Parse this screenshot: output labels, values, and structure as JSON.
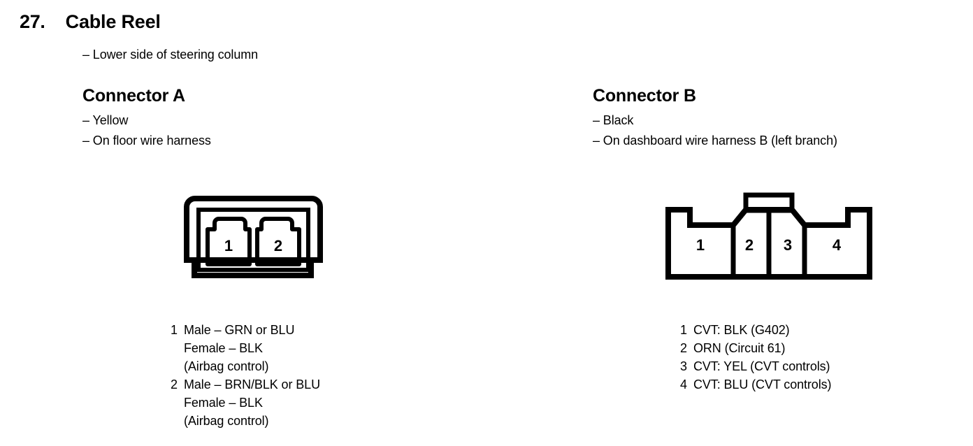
{
  "header": {
    "number": "27.",
    "title": "Cable Reel",
    "location_note": "– Lower side of steering column"
  },
  "connectors": [
    {
      "id": "a",
      "title": "Connector A",
      "notes": [
        "– Yellow",
        "– On floor wire harness"
      ],
      "diagram": {
        "style": "rounded-shell-2pin",
        "pin_count": 2,
        "pin_labels": [
          "1",
          "2"
        ],
        "line_color": "#000000",
        "fill_color": "#ffffff"
      },
      "pins": [
        {
          "number": "1",
          "lines": [
            "Male – GRN or BLU",
            "Female – BLK",
            "(Airbag control)"
          ]
        },
        {
          "number": "2",
          "lines": [
            "Male – BRN/BLK or BLU",
            "Female – BLK",
            "(Airbag control)"
          ]
        }
      ]
    },
    {
      "id": "b",
      "title": "Connector B",
      "notes": [
        "– Black",
        "– On dashboard wire harness B (left branch)"
      ],
      "diagram": {
        "style": "tab-top-4pin",
        "pin_count": 4,
        "pin_labels": [
          "1",
          "2",
          "3",
          "4"
        ],
        "line_color": "#000000",
        "fill_color": "#ffffff"
      },
      "pins": [
        {
          "number": "1",
          "lines": [
            "CVT: BLK (G402)"
          ]
        },
        {
          "number": "2",
          "lines": [
            "ORN (Circuit 61)"
          ]
        },
        {
          "number": "3",
          "lines": [
            "CVT: YEL (CVT controls)"
          ]
        },
        {
          "number": "4",
          "lines": [
            "CVT: BLU (CVT controls)"
          ]
        }
      ]
    }
  ]
}
